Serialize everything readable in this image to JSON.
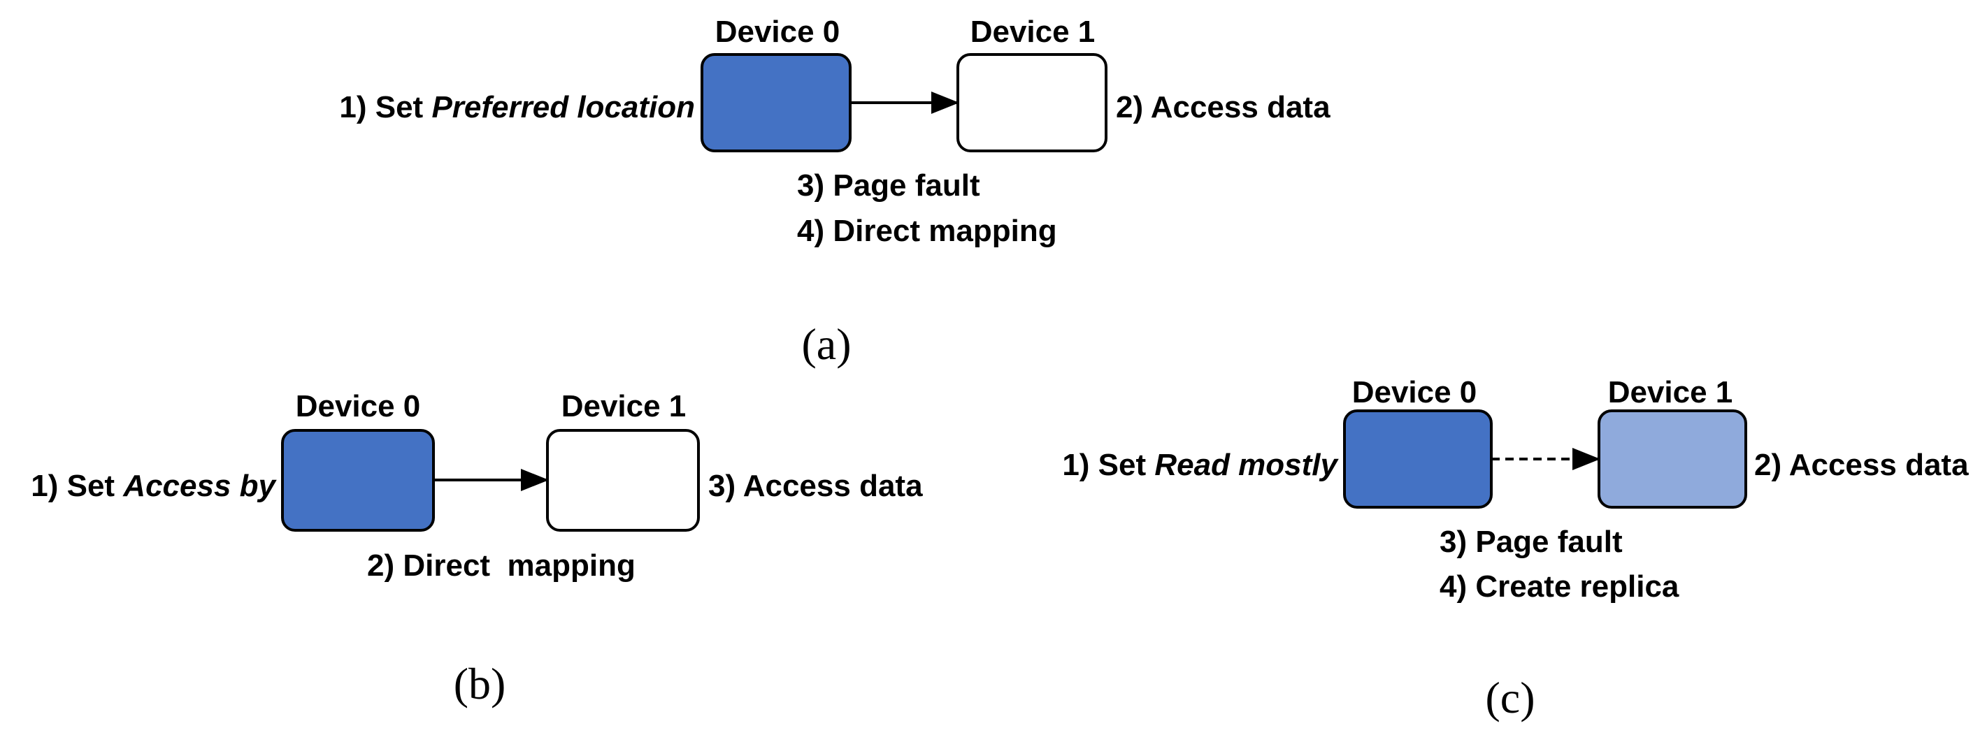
{
  "colors": {
    "device_dark": "#4472C4",
    "device_light": "#8FAADC",
    "device_empty": "#FFFFFF",
    "stroke": "#000000"
  },
  "panel_a": {
    "caption": "(a)",
    "device0_label": "Device 0",
    "device1_label": "Device 1",
    "step1_prefix": "1) Set ",
    "step1_em": "Preferred location",
    "step2": "2) Access data",
    "step3": "3) Page fault",
    "step4": "4) Direct mapping",
    "arrow_style": "solid"
  },
  "panel_b": {
    "caption": "(b)",
    "device0_label": "Device 0",
    "device1_label": "Device 1",
    "step1_prefix": "1) Set ",
    "step1_em": "Access by",
    "step2": "2) Direct  mapping",
    "step3": "3) Access data",
    "arrow_style": "solid"
  },
  "panel_c": {
    "caption": "(c)",
    "device0_label": "Device 0",
    "device1_label": "Device 1",
    "step1_prefix": "1) Set ",
    "step1_em": "Read mostly",
    "step2": "2) Access data",
    "step3": "3) Page fault",
    "step4": "4) Create replica",
    "arrow_style": "dashed"
  }
}
